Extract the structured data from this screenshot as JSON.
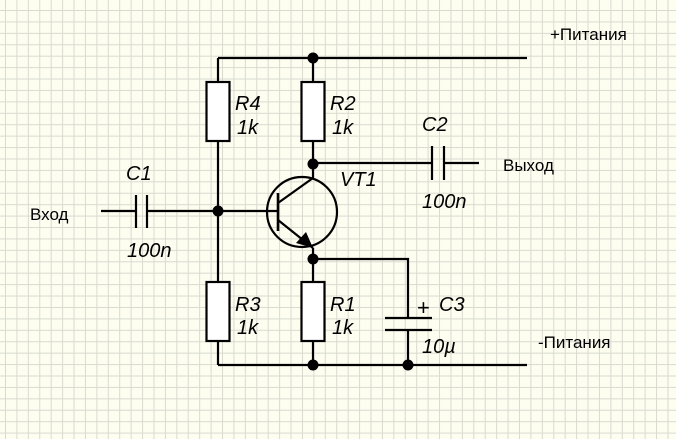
{
  "schematic": {
    "title": "Single transistor common-emitter amplifier",
    "rails": {
      "positive_label": "+Питания",
      "negative_label": "-Питания"
    },
    "ports": {
      "input_label": "Вход",
      "output_label": "Выход"
    },
    "components": {
      "R4": {
        "ref": "R4",
        "value": "1k",
        "type": "resistor"
      },
      "R2": {
        "ref": "R2",
        "value": "1k",
        "type": "resistor"
      },
      "R3": {
        "ref": "R3",
        "value": "1k",
        "type": "resistor"
      },
      "R1": {
        "ref": "R1",
        "value": "1k",
        "type": "resistor"
      },
      "C1": {
        "ref": "C1",
        "value": "100n",
        "type": "capacitor"
      },
      "C2": {
        "ref": "C2",
        "value": "100n",
        "type": "capacitor"
      },
      "C3": {
        "ref": "C3",
        "value": "10µ",
        "type": "electrolytic-capacitor",
        "polarity_mark": "+"
      },
      "VT1": {
        "ref": "VT1",
        "type": "npn-transistor"
      }
    },
    "colors": {
      "background": "#fdfdf0",
      "grid": "#d9dbd0",
      "ink": "#000000",
      "component_fill": "#ffffff"
    }
  }
}
